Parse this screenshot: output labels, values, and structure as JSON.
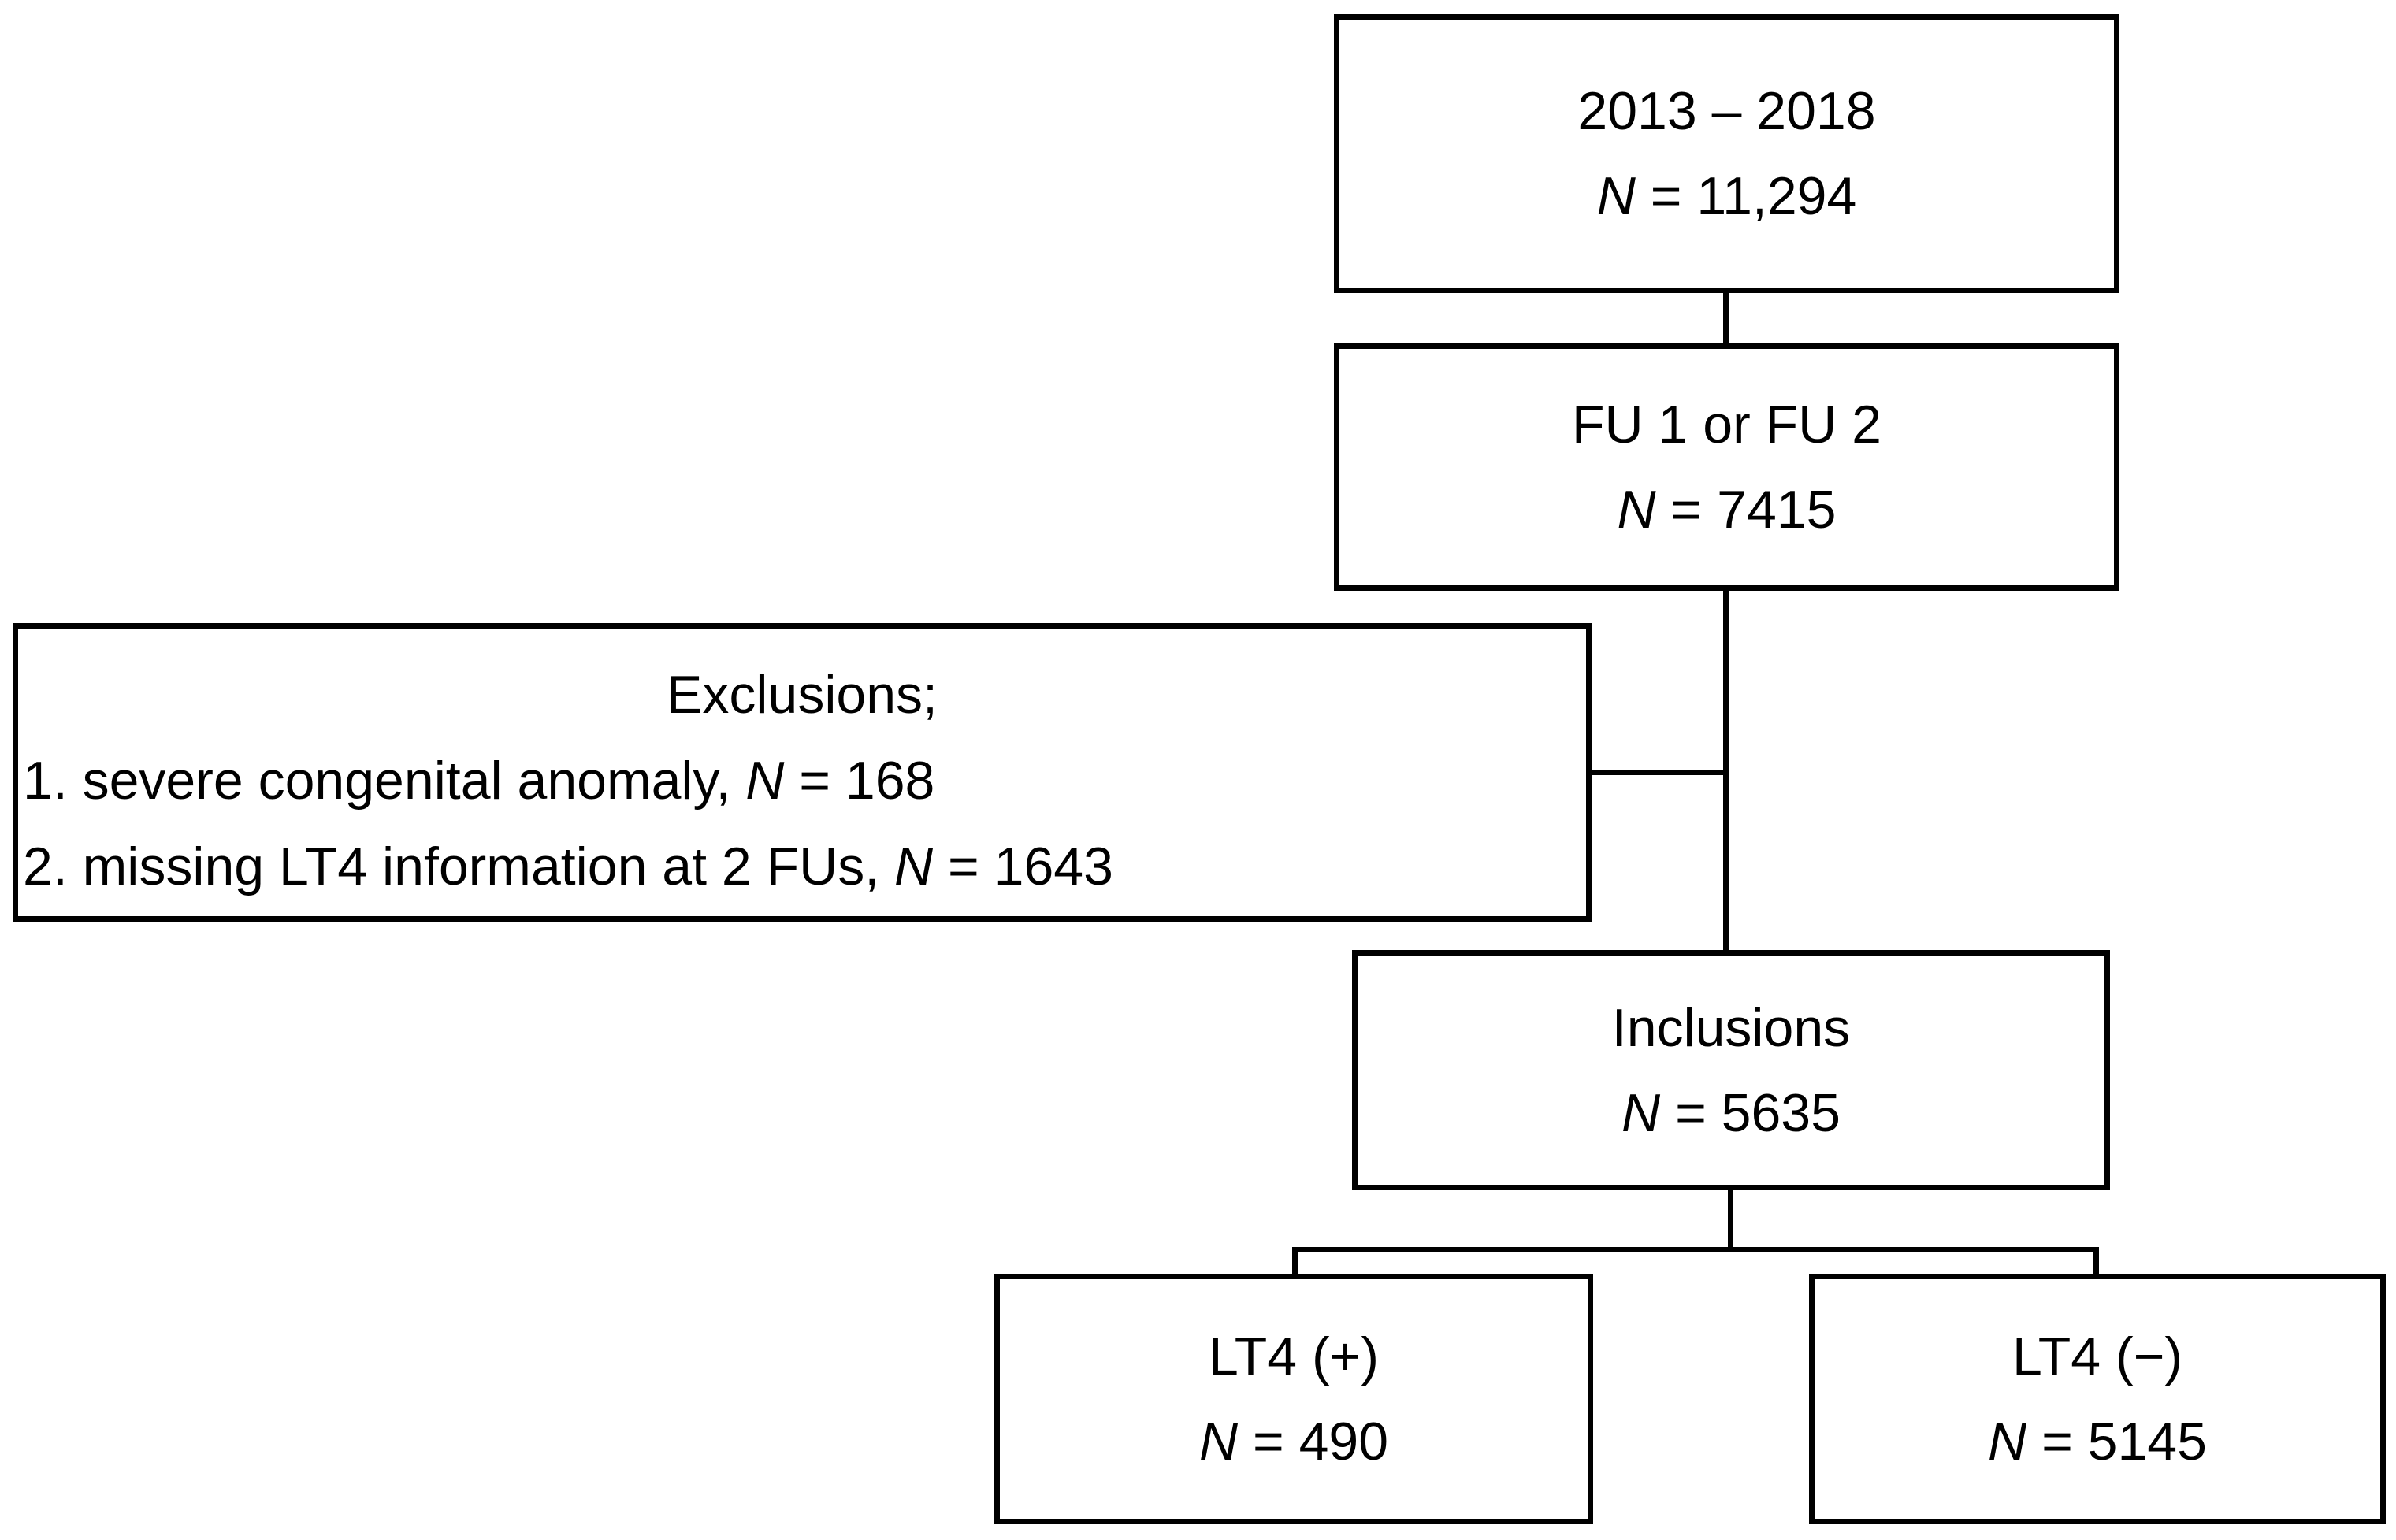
{
  "nodes": {
    "cohort": {
      "line1": "2013 – 2018",
      "n_label": "N",
      "n_value": "= 11,294"
    },
    "followup": {
      "line1": "FU 1 or FU 2",
      "n_label": "N",
      "n_value": "= 7415"
    },
    "exclusions": {
      "title": "Exclusions;",
      "items": [
        {
          "text": "1. severe congenital anomaly, ",
          "n_label": "N",
          "n_value": "= 168"
        },
        {
          "text": "2. missing LT4 information at  2 FUs, ",
          "n_label": "N",
          "n_value": "= 1643"
        }
      ]
    },
    "inclusions": {
      "line1": "Inclusions",
      "n_label": "N",
      "n_value": "= 5635"
    },
    "lt4_pos": {
      "line1": "LT4 (+)",
      "n_label": "N",
      "n_value": "= 490"
    },
    "lt4_neg": {
      "line1": "LT4 (−)",
      "n_label": "N",
      "n_value": "= 5145"
    }
  },
  "colors": {
    "stroke": "#000000",
    "background": "#ffffff"
  }
}
